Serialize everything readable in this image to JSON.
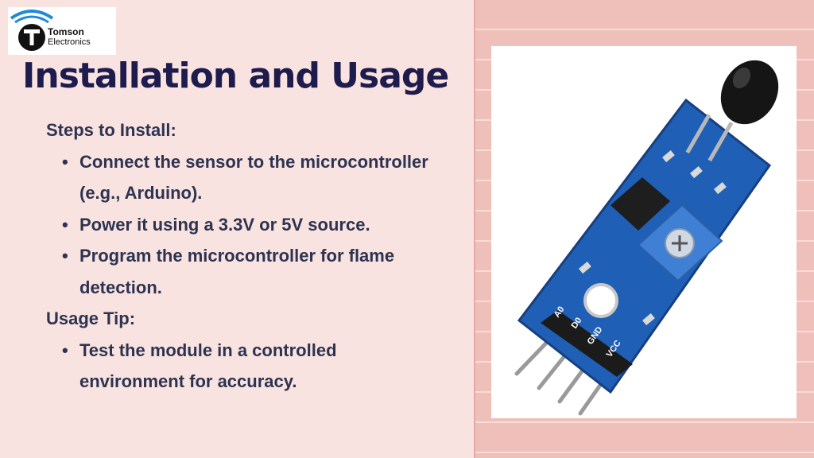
{
  "brand": {
    "name_line1": "Tomson",
    "name_line2": "Electronics",
    "colors": {
      "ring": "#1f8ad6",
      "mark": "#111111"
    }
  },
  "slide": {
    "title": "Installation and Usage",
    "sections": [
      {
        "heading": "Steps to Install:",
        "bullets": [
          "Connect the sensor to the microcontroller (e.g., Arduino).",
          "Power it using a 3.3V or 5V source.",
          "Program the microcontroller for flame detection."
        ]
      },
      {
        "heading": "Usage Tip:",
        "bullets": [
          "Test the module in a controlled environment for accuracy."
        ]
      }
    ]
  },
  "image": {
    "icon": "flame-sensor-module-photo",
    "pin_labels": [
      "A0",
      "D0",
      "GND",
      "VCC"
    ],
    "pcb_color": "#1f5fb5"
  },
  "theme": {
    "left_bg": "#f9e3e1",
    "right_bg": "#efc0b9",
    "title_color": "#1e1b4d",
    "text_color": "#2d3350"
  }
}
